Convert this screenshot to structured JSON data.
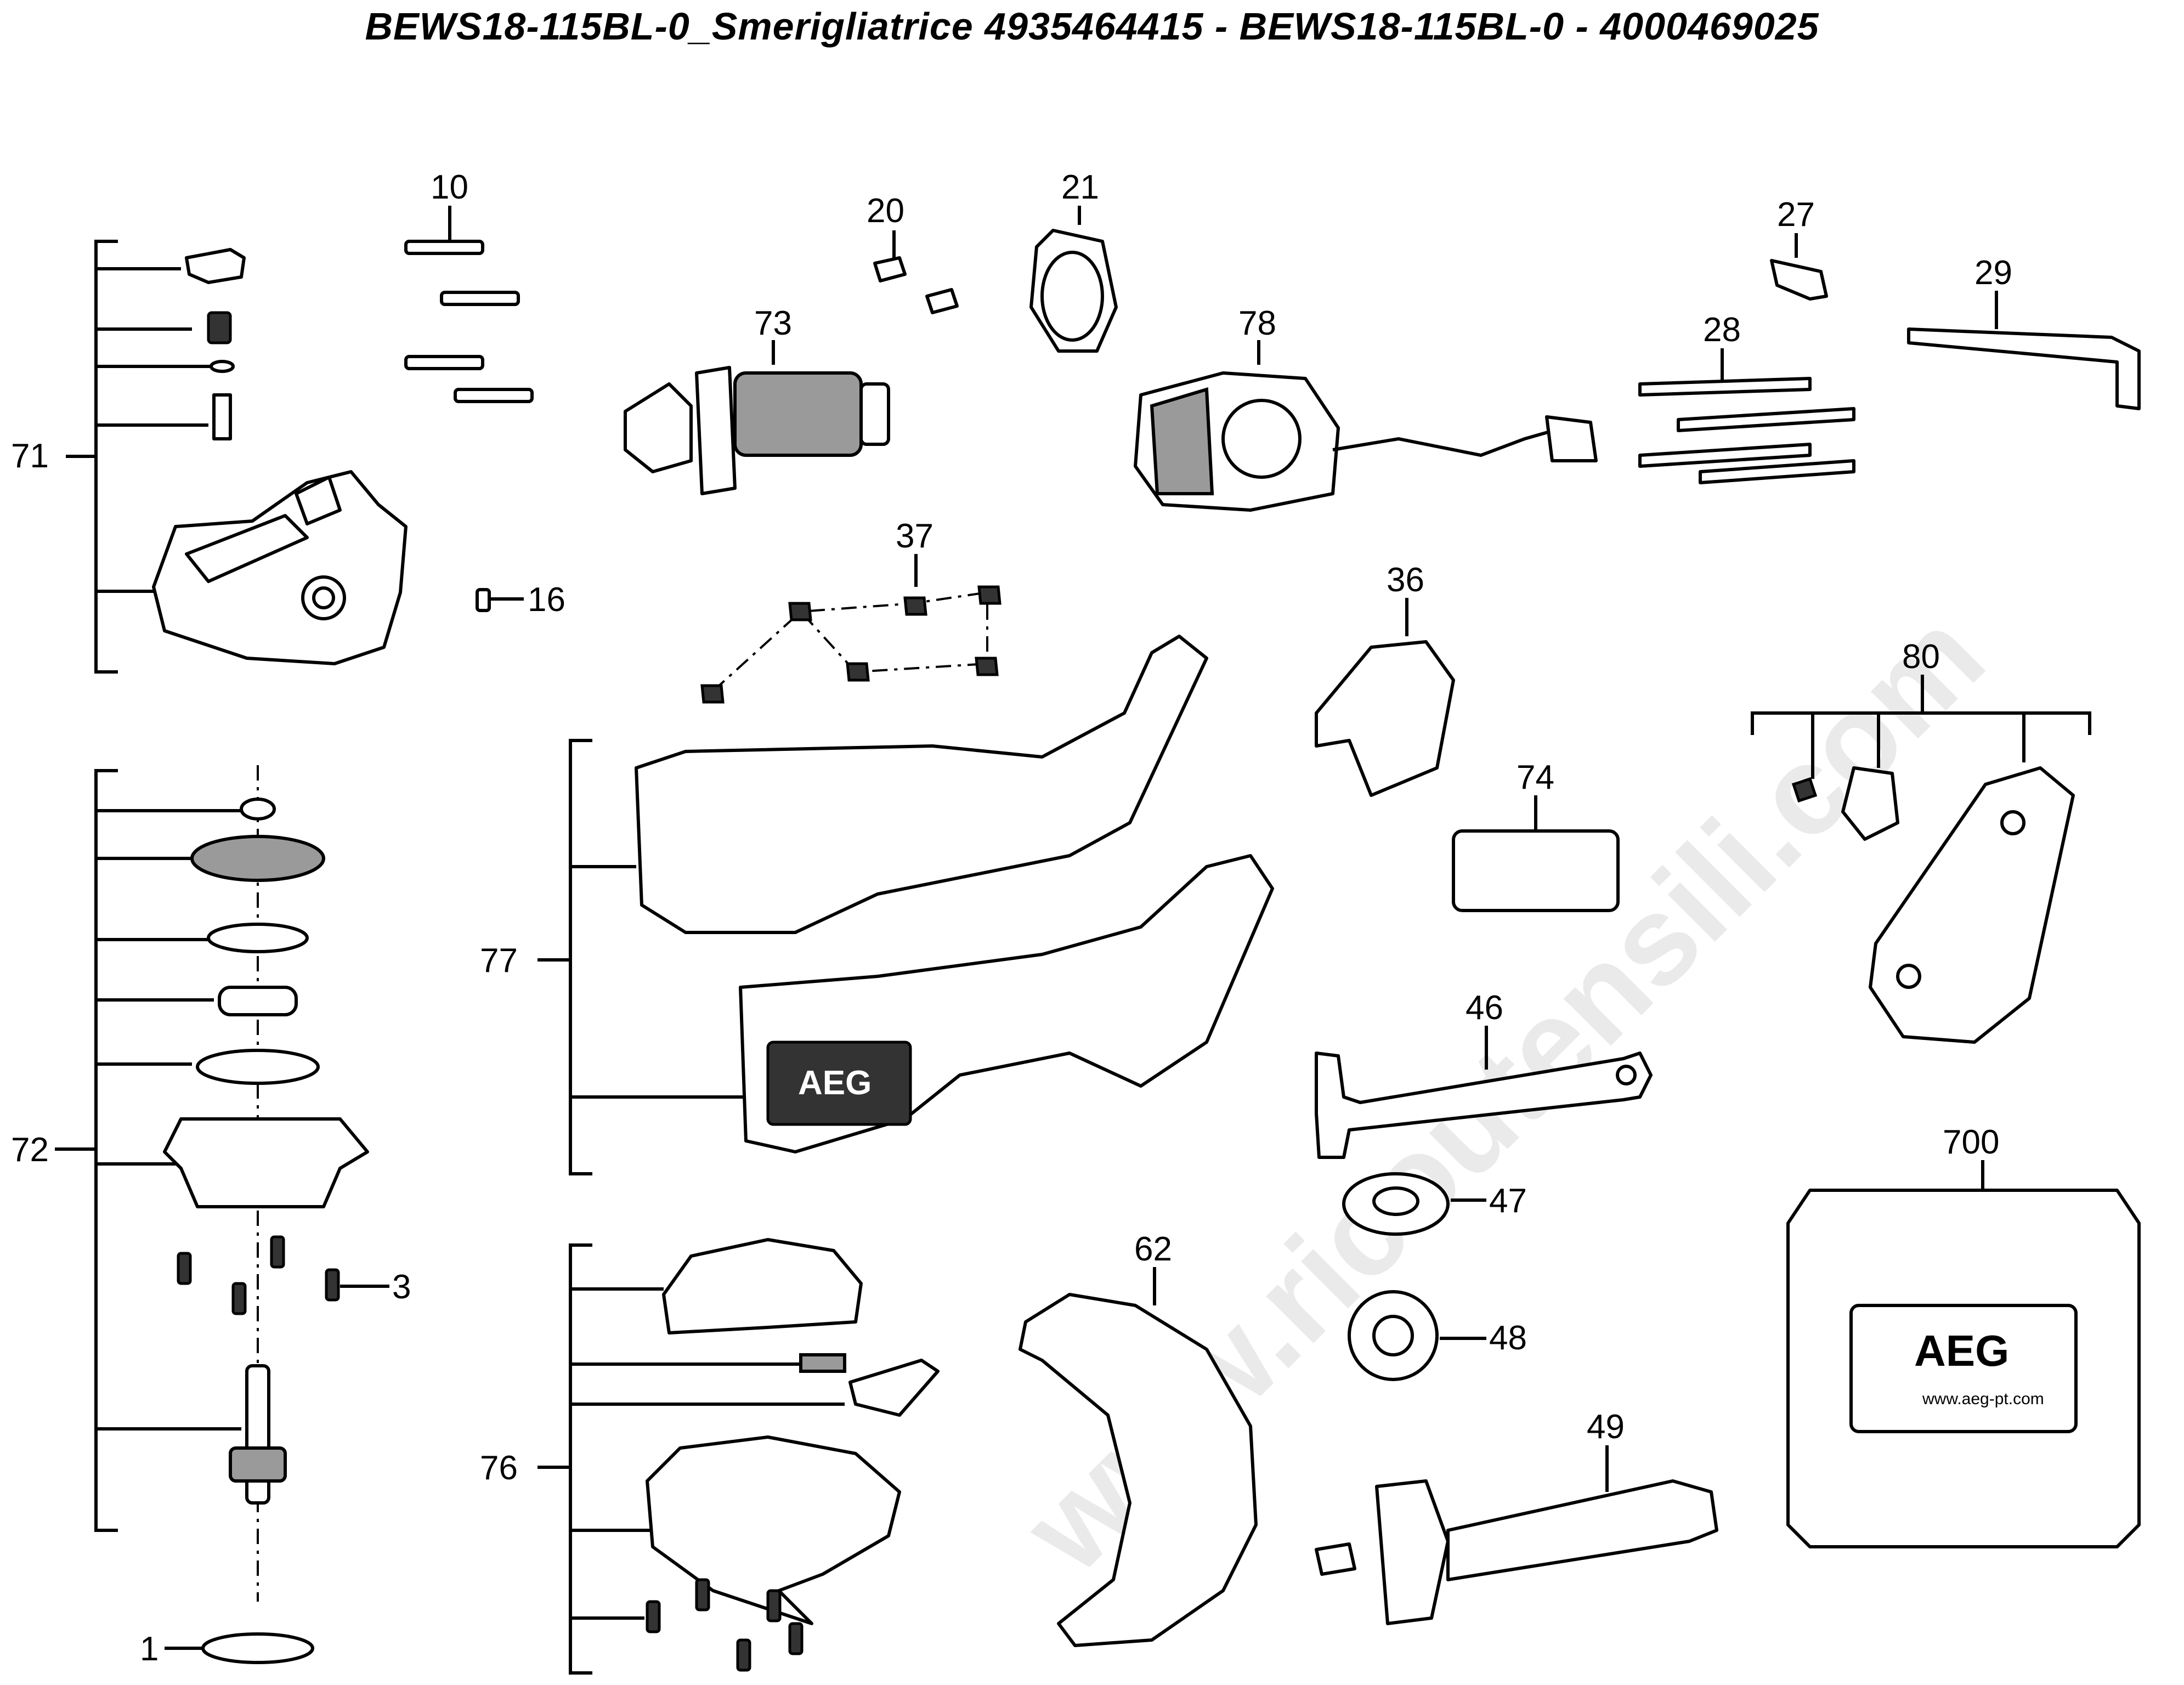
{
  "title": "BEWS18-115BL-0_Smerigliatrice 4935464415 - BEWS18-115BL-0 - 4000469025",
  "watermark": "www.ricoutensili.com",
  "callouts": {
    "c1": "1",
    "c3": "3",
    "c10": "10",
    "c16": "16",
    "c20": "20",
    "c21": "21",
    "c27": "27",
    "c28": "28",
    "c29": "29",
    "c36": "36",
    "c37": "37",
    "c46": "46",
    "c47": "47",
    "c48": "48",
    "c49": "49",
    "c62": "62",
    "c71": "71",
    "c72": "72",
    "c73": "73",
    "c74": "74",
    "c76": "76",
    "c77": "77",
    "c78": "78",
    "c80": "80",
    "c700": "700"
  },
  "brand": {
    "housing_logo": "AEG",
    "case_logo": "AEG",
    "case_url": "www.aeg-pt.com"
  },
  "colors": {
    "line": "#000000",
    "background": "#ffffff",
    "gray_fill": "#9a9a9a"
  }
}
